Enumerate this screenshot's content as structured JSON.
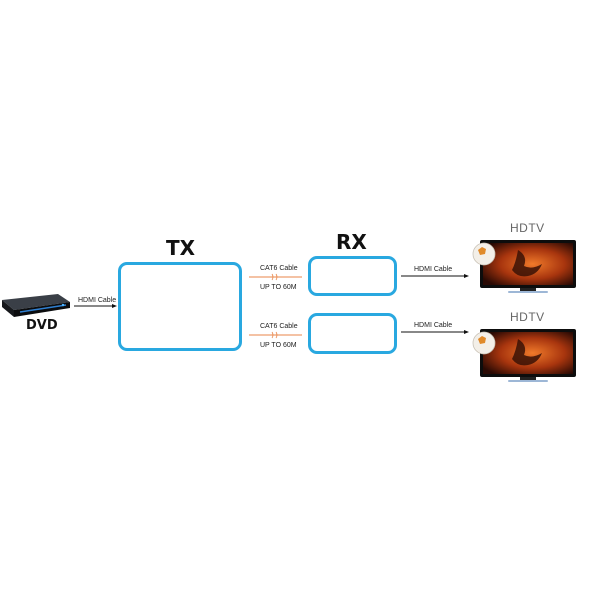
{
  "labels": {
    "tx": "TX",
    "rx": "RX",
    "dvd": "DVD",
    "hdtv_top": "HDTV",
    "hdtv_bottom": "HDTV"
  },
  "connections": {
    "dvd_to_tx": "HDMI Cable",
    "cat6_top_name": "CAT6 Cable",
    "cat6_top_range": "UP TO 60M",
    "cat6_bottom_name": "CAT6 Cable",
    "cat6_bottom_range": "UP TO 60M",
    "rx_to_tv_top": "HDMI Cable",
    "rx_to_tv_bottom": "HDMI Cable"
  },
  "colors": {
    "box_border": "#29a8e0",
    "cat6_line": "#e8864a",
    "arrow": "#111111"
  },
  "icons": {
    "source": "dvd-player-icon",
    "display": "hdtv-icon"
  }
}
